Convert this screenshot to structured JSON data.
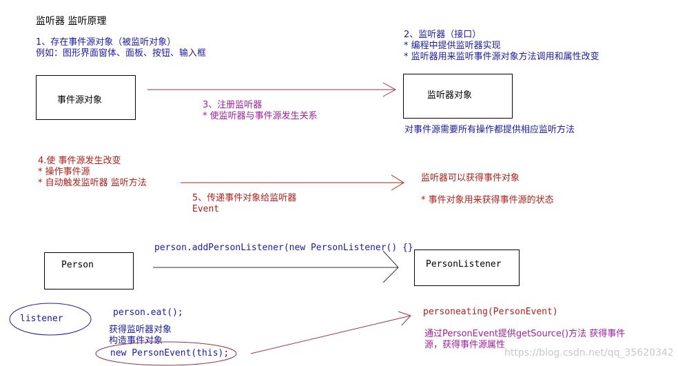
{
  "title": "监听器 监听原理",
  "step1": {
    "line1": "1、存在事件源对象（被监听对象）",
    "line2": "例如：图形界面窗体、面板、按钮、输入框"
  },
  "step2": {
    "line1": "2、监听器（接口）",
    "line2": "* 编程中提供监听器实现",
    "line3": "* 监听器用来监听事件源对象方法调用和属性改变"
  },
  "box_event_source": "事件源对象",
  "box_listener": "监听器对象",
  "step3": {
    "line1": "3、注册监听器",
    "line2": "* 使监听器与事件源发生关系"
  },
  "listener_note": "对事件源需要所有操作都提供相应监听方法",
  "step4": {
    "line1": "4.使 事件源发生改变",
    "line2": "* 操作事件源",
    "line3": "* 自动触发监听器 监听方法"
  },
  "step5": {
    "line1": "5、传递事件对象给监听器",
    "line2": "Event"
  },
  "right_note": {
    "line1": "监听器可以获得事件对象",
    "line2": "* 事件对象用来获得事件源的状态"
  },
  "code_register": "person.addPersonListener(new PersonListener() {}",
  "box_person": "Person",
  "box_person_listener": "PersonListener",
  "listener_ellipse": "listener",
  "code_eat": "person.eat();",
  "get_listener": "获得监听器对象",
  "construct_event": "构造事件对象",
  "code_new_event": "new PersonEvent(this);",
  "method_sig": "personeating(PersonEvent)",
  "getsource_note": {
    "line1": "通过PersonEvent提供getSource()方法 获得事件",
    "line2": "源，获得事件源属性"
  },
  "watermark": "https://blog.csdn.net/qq_35620342",
  "colors": {
    "blue": "#1a1aa6",
    "purple": "#a020a0",
    "red": "#b0201a",
    "arrow": "#a0304a"
  }
}
